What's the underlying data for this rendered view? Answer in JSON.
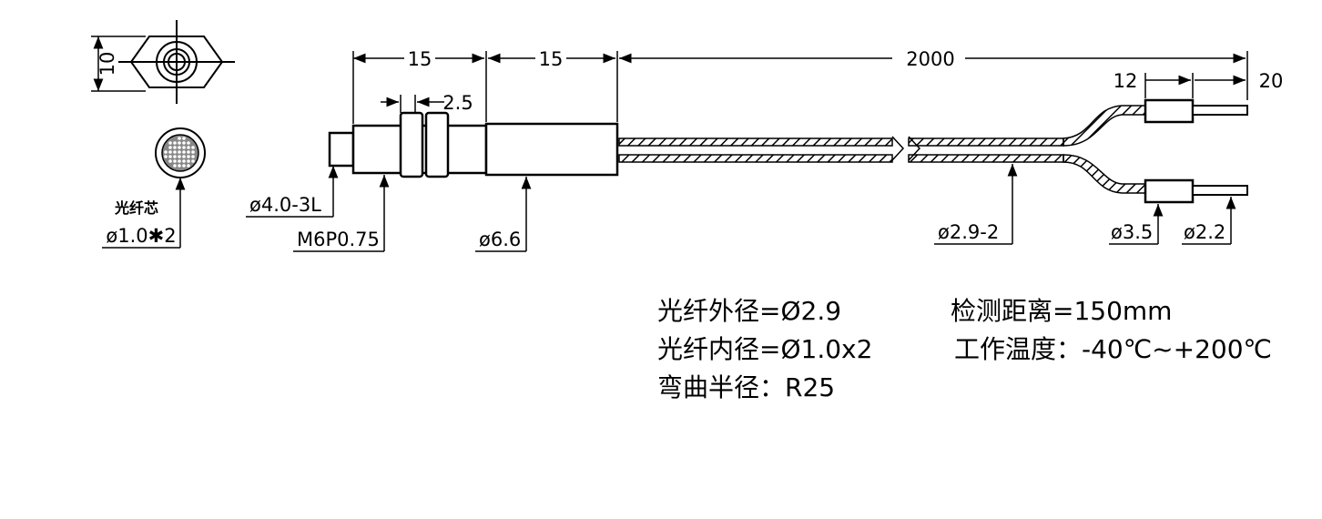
{
  "dimensions": {
    "hex_across_flats": "10",
    "probe_length_1": "15",
    "probe_length_2": "15",
    "cable_length": "2000",
    "thread_length": "2.5",
    "branch_length_1": "12",
    "branch_length_2": "20"
  },
  "callouts": {
    "fiber_core_title": "光纤芯",
    "fiber_core_value": "ø1.0✱2",
    "tip_diameter": "ø4.0-3L",
    "thread_spec": "M6P0.75",
    "body_diameter": "ø6.6",
    "cable_diameter": "ø2.9-2",
    "sleeve_diameter": "ø3.5",
    "fiber_end_diameter": "ø2.2"
  },
  "specs": {
    "outer_diameter": "光纤外径=Ø2.9",
    "inner_diameter": "光纤内径=Ø1.0x2",
    "bend_radius": "弯曲半径：R25",
    "detection_distance": "检测距离=150mm",
    "operating_temperature": "工作温度：-40℃~+200℃"
  }
}
